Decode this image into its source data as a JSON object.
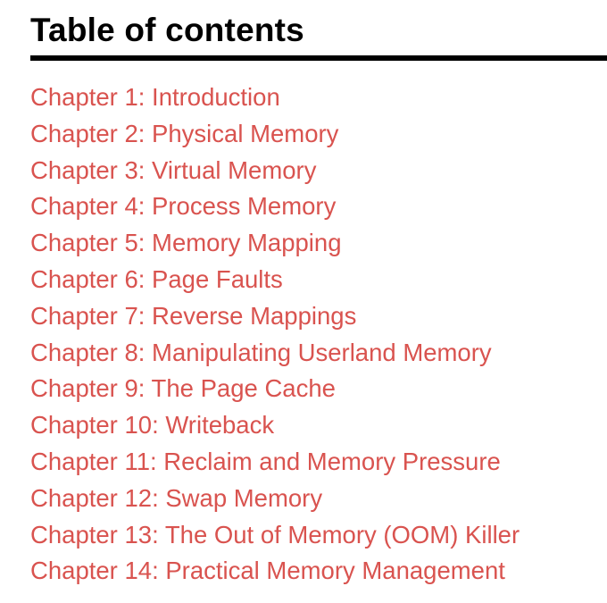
{
  "heading": "Table of contents",
  "colors": {
    "link": "#d9534f",
    "heading": "#000000",
    "rule": "#000000",
    "background": "#ffffff"
  },
  "chapters": [
    "Chapter 1: Introduction",
    "Chapter 2: Physical Memory",
    "Chapter 3: Virtual Memory",
    "Chapter 4: Process Memory",
    "Chapter 5: Memory Mapping",
    "Chapter 6: Page Faults",
    "Chapter 7: Reverse Mappings",
    "Chapter 8: Manipulating Userland Memory",
    "Chapter 9: The Page Cache",
    "Chapter 10: Writeback",
    "Chapter 11: Reclaim and Memory Pressure",
    "Chapter 12: Swap Memory",
    "Chapter 13: The Out of Memory (OOM) Killer",
    "Chapter 14: Practical Memory Management"
  ]
}
